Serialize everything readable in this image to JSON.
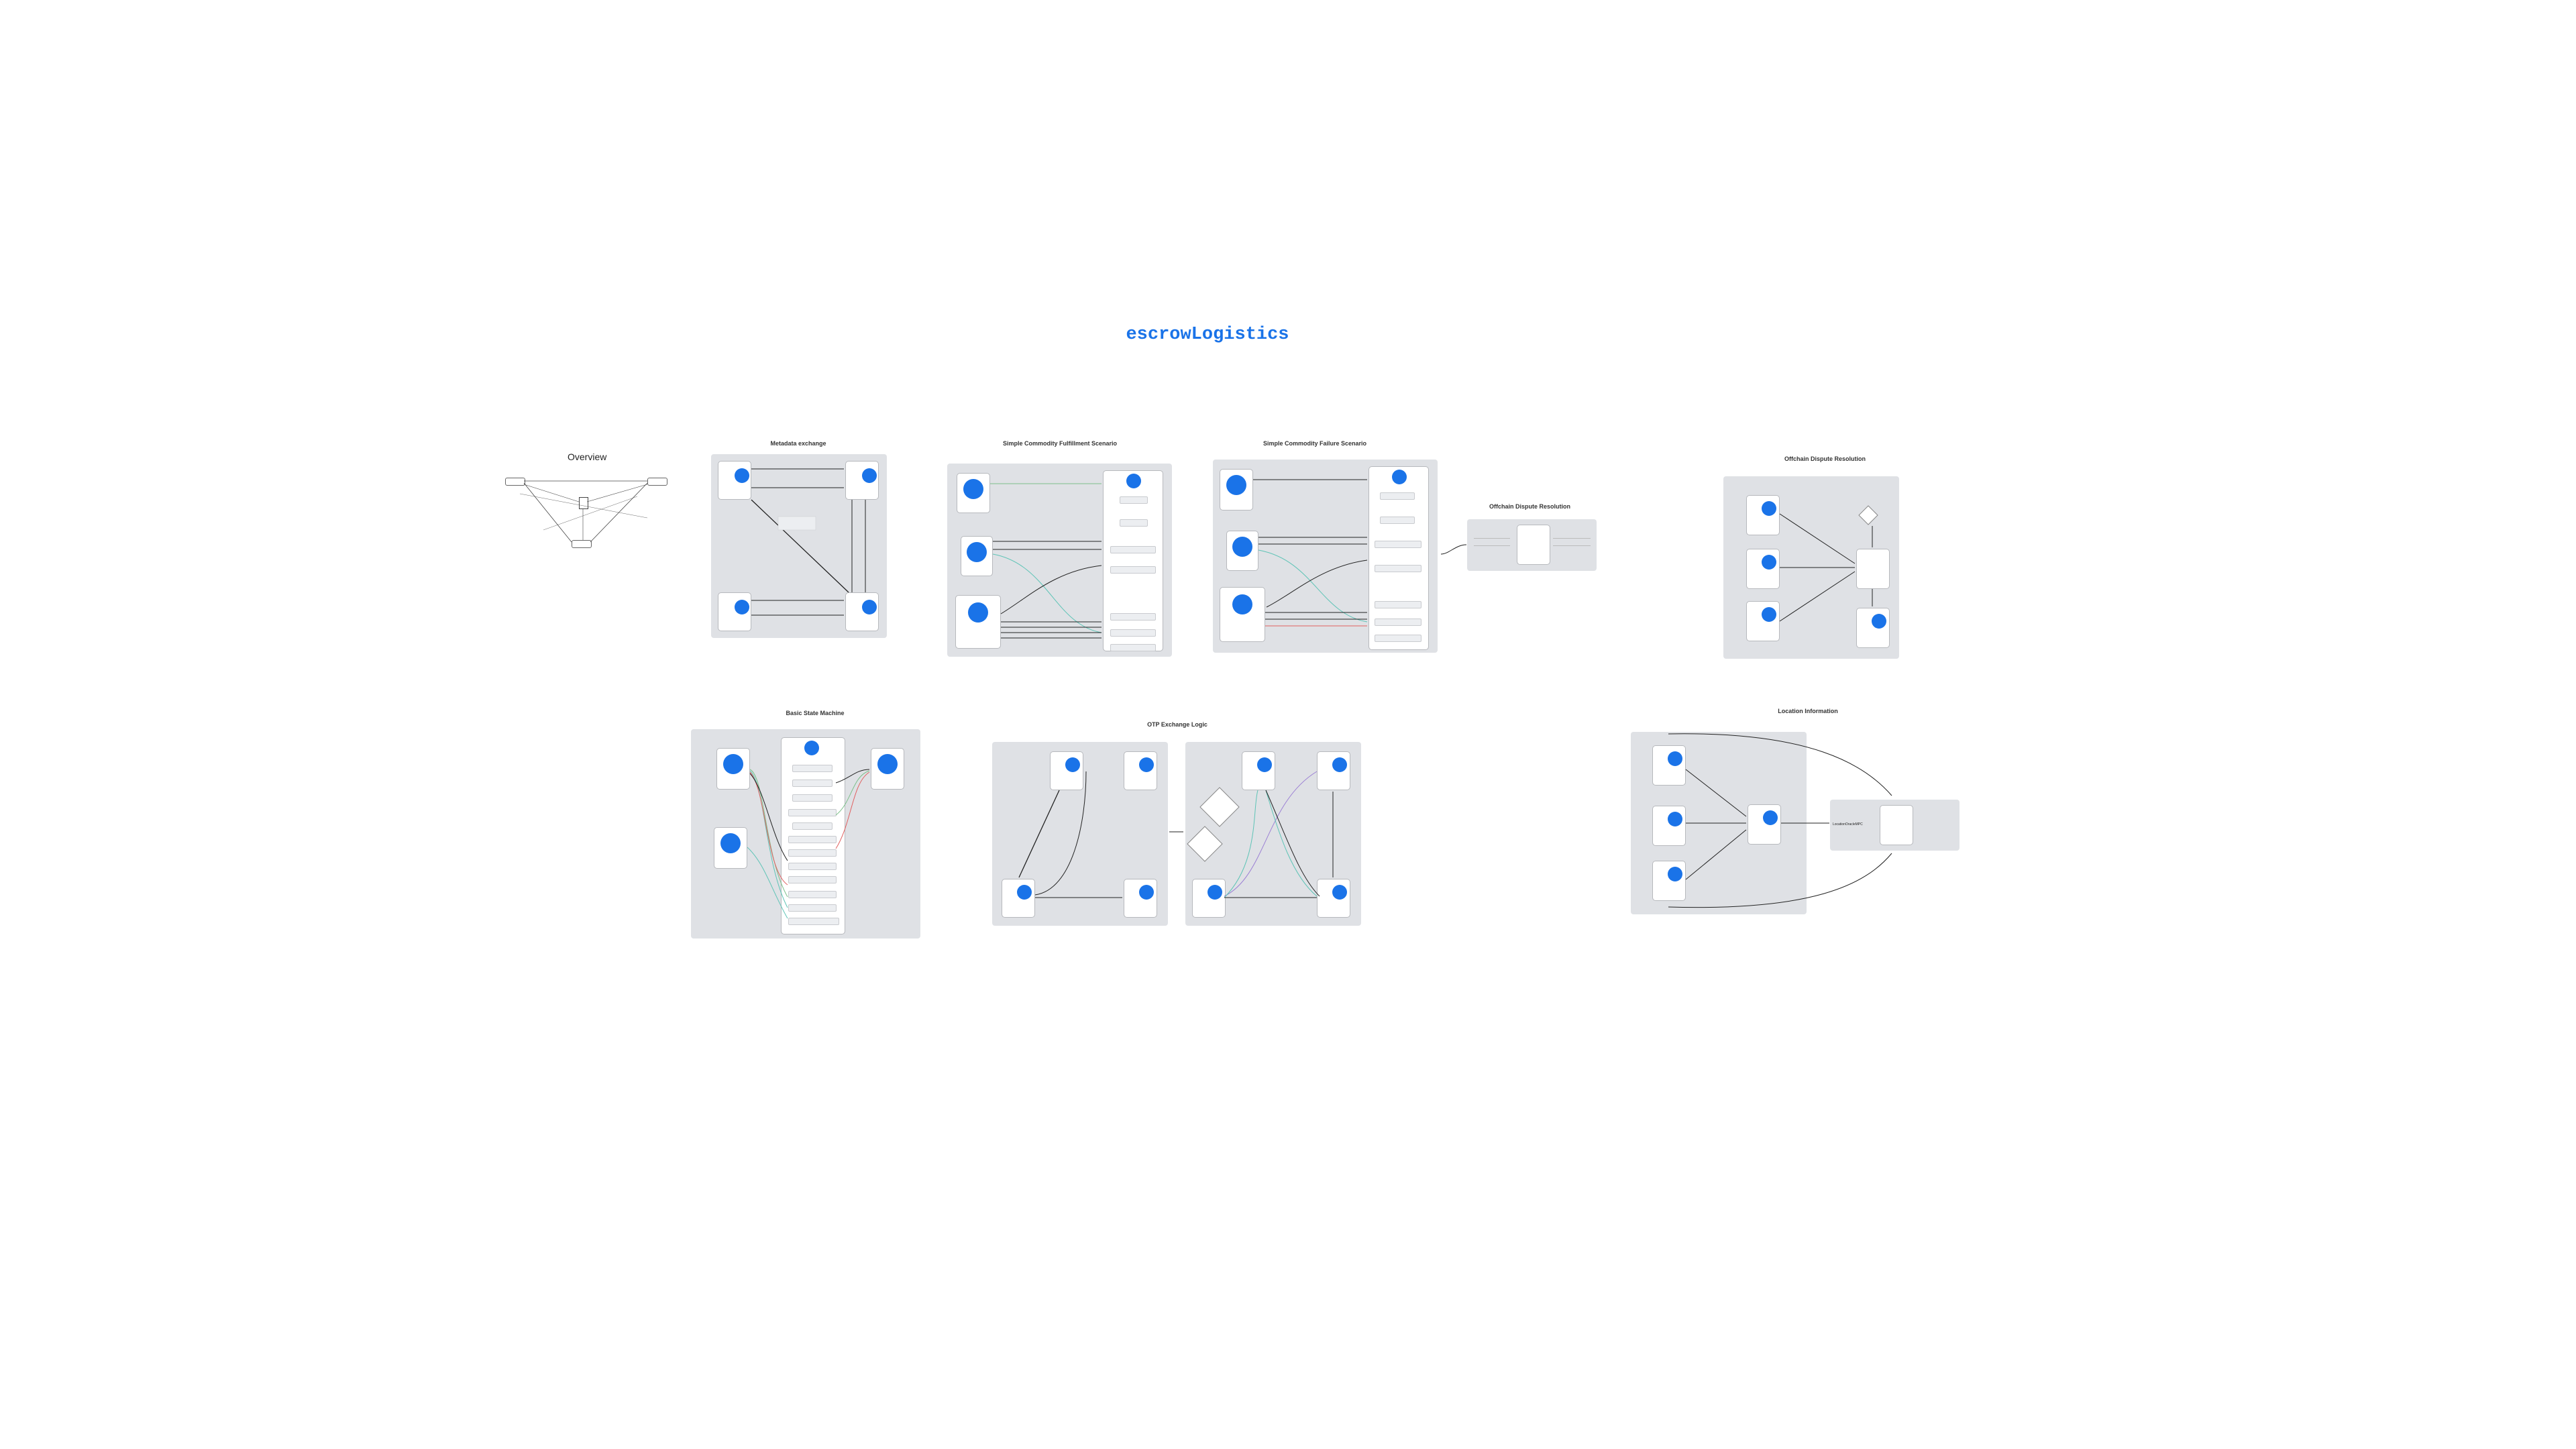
{
  "canvas": {
    "title": "escrowLogistics"
  },
  "frames": {
    "overview": "Overview",
    "metadata": "Metadata exchange",
    "fulfilment": "Simple Commodity Fulfillment Scenario",
    "failure": "Simple Commodity Failure Scenario",
    "offchain_small": "Offchain Dispute Resolution",
    "offchain_big": "Offchain Dispute Resolution",
    "state_machine": "Basic State Machine",
    "otp": "OTP Exchange Logic",
    "location": "Location Information"
  },
  "labels": {
    "location_oracle": "LocationOracleMPC"
  },
  "colors": {
    "panel": "#dfe1e5",
    "node": "#1a73e8",
    "title": "#1a73e8",
    "edge_green": "#7cc08a",
    "edge_teal": "#5ec4b6",
    "edge_red": "#e06060",
    "edge_purple": "#9b7fd4"
  }
}
